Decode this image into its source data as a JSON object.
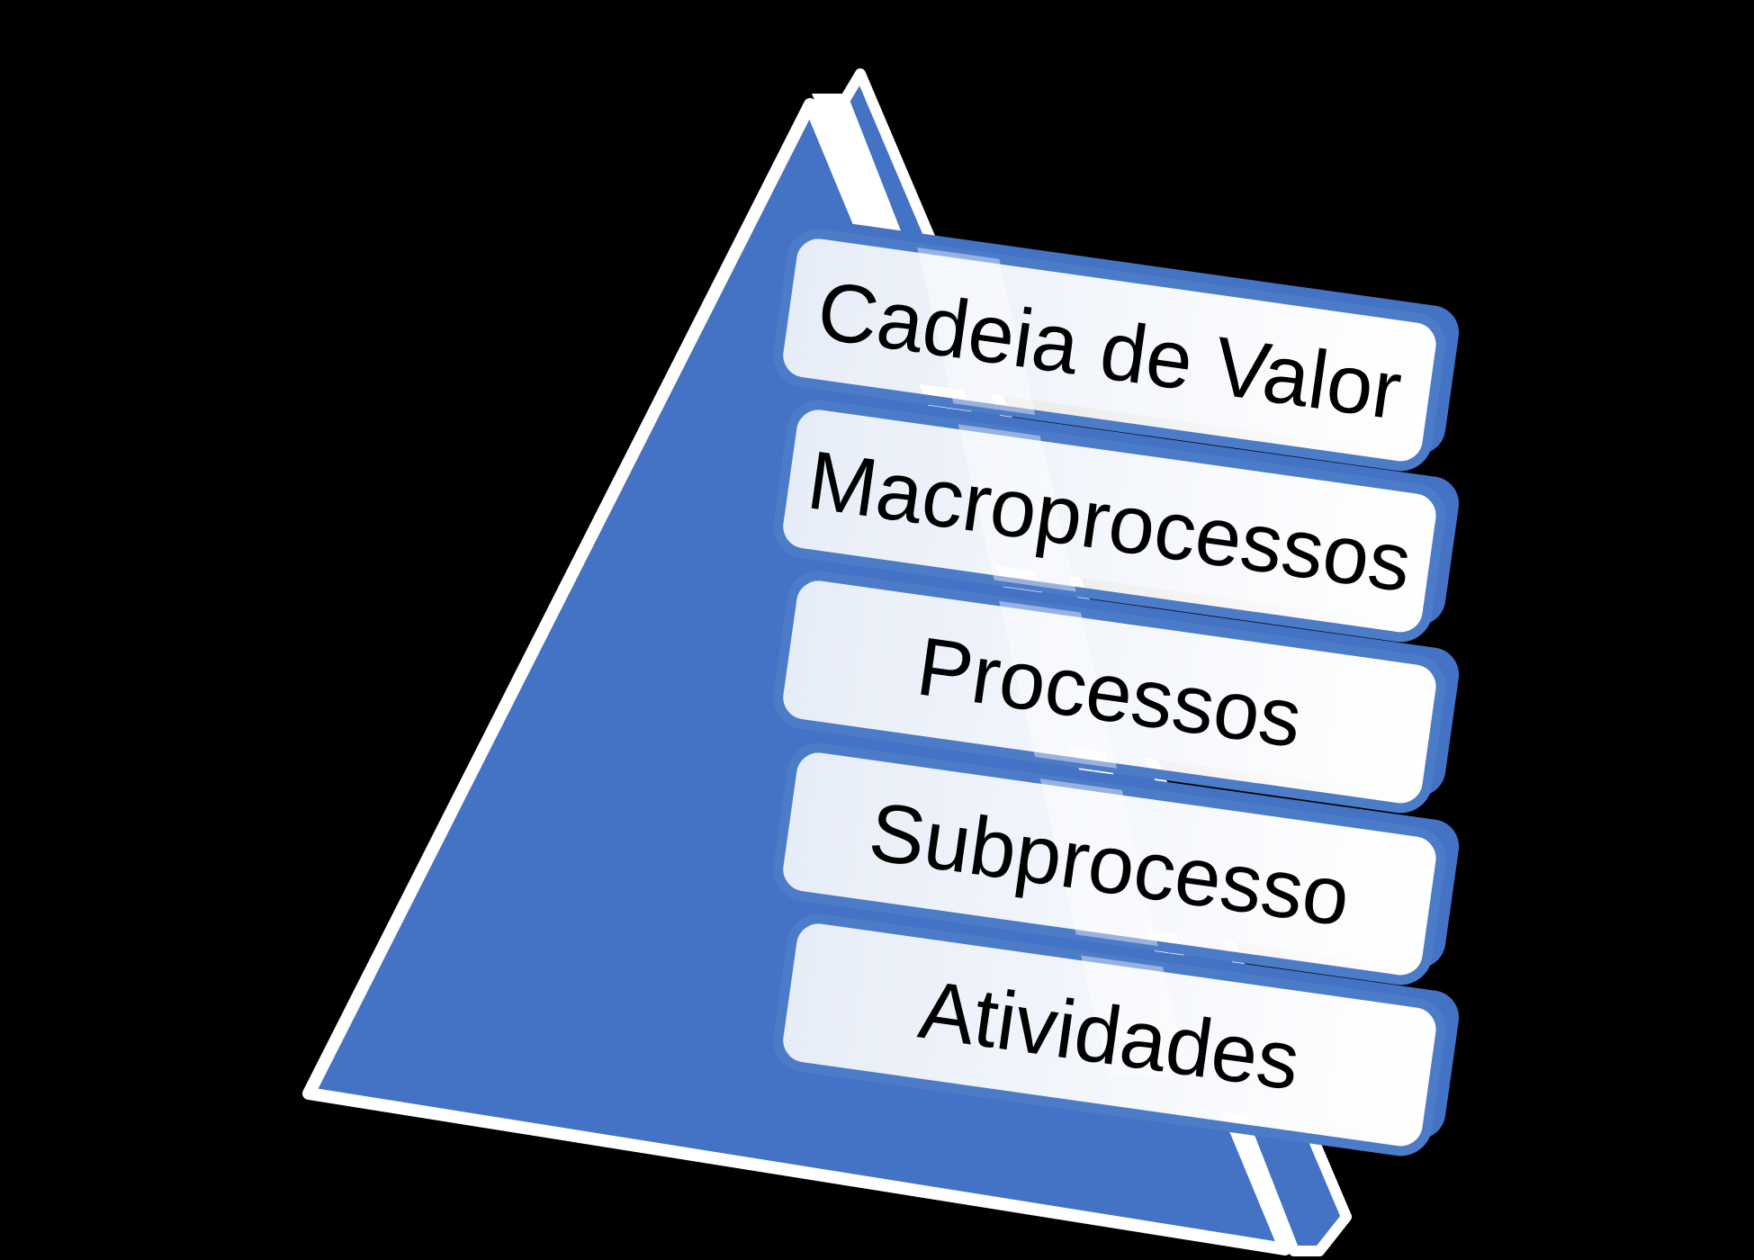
{
  "diagram": {
    "type": "pyramid-list",
    "description": "3D pyramid hierarchy of process levels",
    "levels": [
      {
        "label": "Cadeia de Valor"
      },
      {
        "label": "Macroprocessos"
      },
      {
        "label": "Processos"
      },
      {
        "label": "Subprocesso"
      },
      {
        "label": "Atividades"
      }
    ]
  },
  "colors": {
    "background": "#000000",
    "pyramid_blue": "#4472C4",
    "edge_white": "#FFFFFF",
    "bar_border": "#4C7BC8",
    "bar_fill": "#FFFFFF",
    "sheen": "#FFFFFF",
    "label_text": "#000000"
  }
}
